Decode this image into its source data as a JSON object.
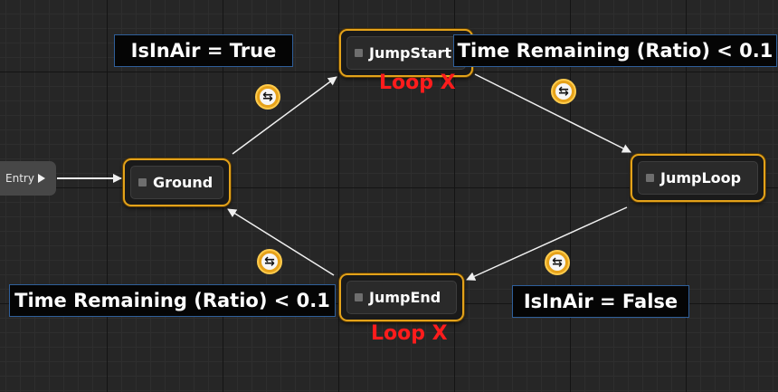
{
  "entry": {
    "label": "Entry"
  },
  "states": {
    "ground": "Ground",
    "jump_start": "JumpStart",
    "jump_loop": "JumpLoop",
    "jump_end": "JumpEnd"
  },
  "transitions": [
    {
      "from": "Ground",
      "to": "JumpStart",
      "icon": "transition-rule-icon"
    },
    {
      "from": "JumpStart",
      "to": "JumpLoop",
      "icon": "transition-rule-icon"
    },
    {
      "from": "JumpLoop",
      "to": "JumpEnd",
      "icon": "transition-rule-icon"
    },
    {
      "from": "JumpEnd",
      "to": "Ground",
      "icon": "transition-rule-icon"
    }
  ],
  "annotations": {
    "ground_to_start": "IsInAir = True",
    "start_to_loop": "Time Remaining (Ratio) < 0.1",
    "loop_to_end": "IsInAir = False",
    "end_to_ground": "Time Remaining (Ratio) < 0.1",
    "jump_start_loop": "Loop X",
    "jump_end_loop": "Loop X"
  },
  "colors": {
    "node_border": "#e3a21a",
    "annotation_text": "#ffffff",
    "annotation_border": "#2f5f9a",
    "loop_text": "#ff1c1c",
    "grid_background": "#262626"
  }
}
